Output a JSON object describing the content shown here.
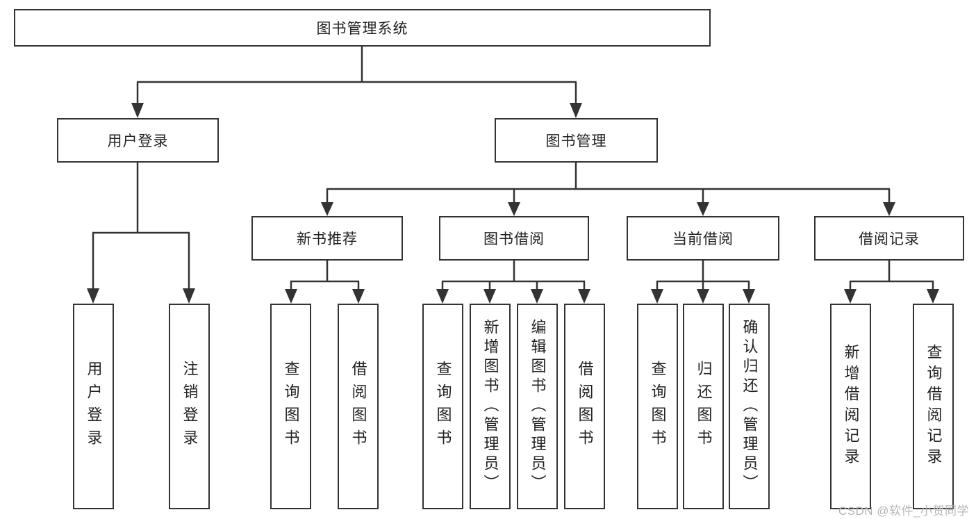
{
  "diagram_type": "hierarchy-tree",
  "tree": {
    "label": "图书管理系统",
    "children": [
      {
        "label": "用户登录",
        "children": [
          {
            "label": "用户登录"
          },
          {
            "label": "注销登录"
          }
        ]
      },
      {
        "label": "图书管理",
        "children": [
          {
            "label": "新书推荐",
            "children": [
              {
                "label": "查询图书"
              },
              {
                "label": "借阅图书"
              }
            ]
          },
          {
            "label": "图书借阅",
            "children": [
              {
                "label": "查询图书"
              },
              {
                "label": "新增图书（管理员）"
              },
              {
                "label": "编辑图书（管理员）"
              },
              {
                "label": "借阅图书"
              }
            ]
          },
          {
            "label": "当前借阅",
            "children": [
              {
                "label": "查询图书"
              },
              {
                "label": "归还图书"
              },
              {
                "label": "确认归还（管理员）"
              }
            ]
          },
          {
            "label": "借阅记录",
            "children": [
              {
                "label": "新增借阅记录"
              },
              {
                "label": "查询借阅记录"
              }
            ]
          }
        ]
      }
    ]
  },
  "watermark": {
    "text": "CSDN @软件_小贺同学"
  },
  "colors": {
    "line": "#333333",
    "box_border": "#333333",
    "text": "#222222",
    "watermark": "#b5b5b5",
    "background": "#ffffff"
  }
}
